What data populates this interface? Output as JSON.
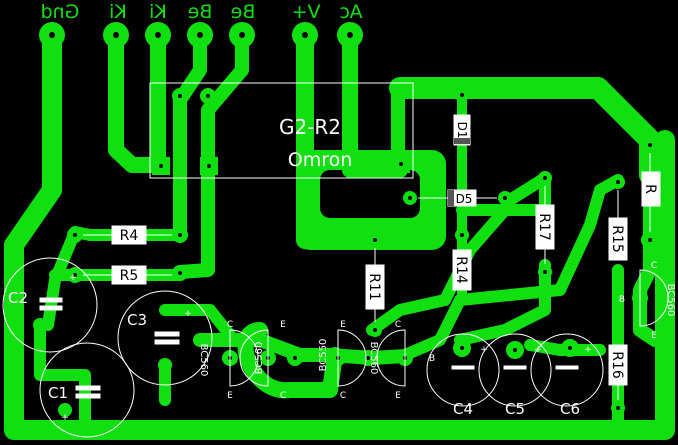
{
  "board": {
    "background": "#000000",
    "copper": "#10e010",
    "silk": "#ffffff",
    "pad_hole": "#000000"
  },
  "connector_labels": [
    {
      "id": "gnd",
      "text": "Gnd"
    },
    {
      "id": "ki1",
      "text": "Ki"
    },
    {
      "id": "ki2",
      "text": "Ki"
    },
    {
      "id": "be1",
      "text": "Be"
    },
    {
      "id": "be2",
      "text": "Be"
    },
    {
      "id": "vplus",
      "text": "V+"
    },
    {
      "id": "ac",
      "text": "Ac"
    }
  ],
  "relay": {
    "line1": "G2-R2",
    "line2": "Omron"
  },
  "resistors": {
    "r4": "R4",
    "r5": "R5",
    "r11": "R11",
    "r14": "R14",
    "r15": "R15",
    "r16": "R16",
    "r17": "R17",
    "r": "R"
  },
  "diodes": {
    "d1": "D1",
    "d5": "D5"
  },
  "capacitors": {
    "c1": "C1",
    "c2": "C2",
    "c3": "C3",
    "c4": "C4",
    "c5": "C5",
    "c6": "C6"
  },
  "transistors": {
    "t1": "BC560",
    "t2": "BC560",
    "t3": "BC550",
    "t4": "BC560",
    "t5": "BC560"
  },
  "pin_letters": {
    "c": "C",
    "e": "E",
    "b": "B",
    "plus": "+"
  }
}
